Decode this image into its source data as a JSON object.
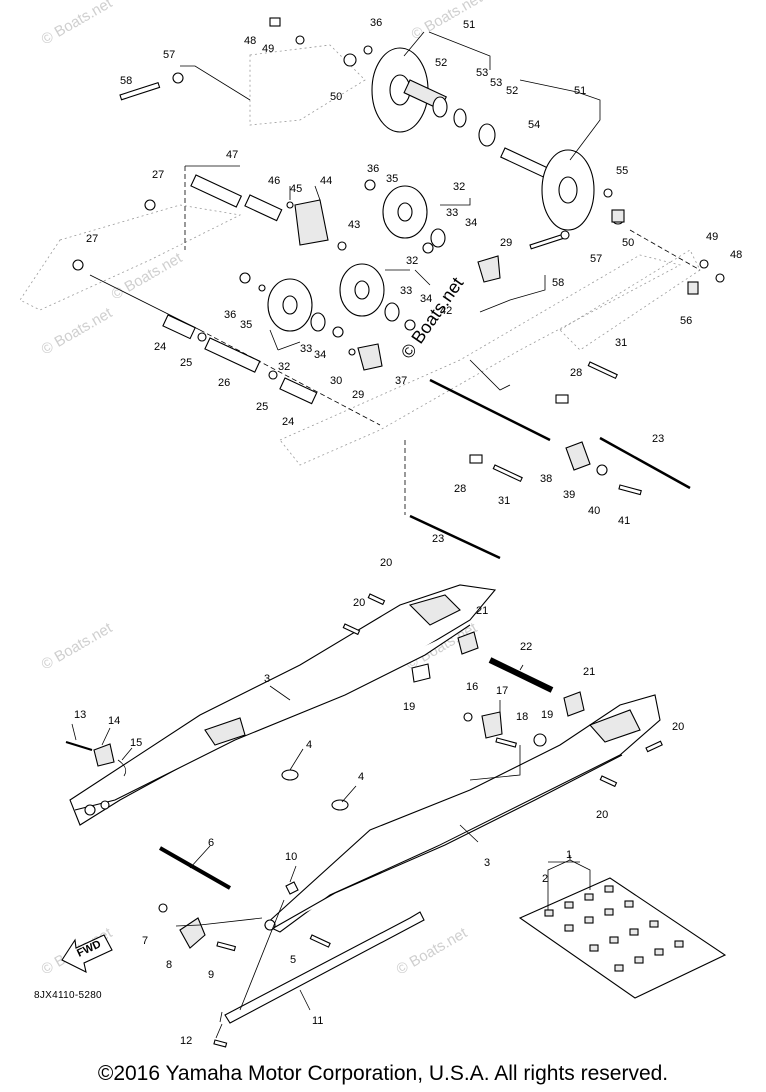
{
  "diagram": {
    "callouts": [
      "1",
      "2",
      "3",
      "4",
      "5",
      "6",
      "7",
      "8",
      "9",
      "10",
      "11",
      "12",
      "13",
      "14",
      "15",
      "16",
      "17",
      "18",
      "19",
      "20",
      "21",
      "22",
      "23",
      "24",
      "25",
      "26",
      "27",
      "28",
      "29",
      "30",
      "31",
      "32",
      "33",
      "34",
      "35",
      "36",
      "37",
      "38",
      "39",
      "40",
      "41",
      "42",
      "43",
      "44",
      "45",
      "46",
      "47",
      "48",
      "49",
      "50",
      "51",
      "52",
      "53",
      "54",
      "55",
      "56",
      "57",
      "58"
    ],
    "fwd_label": "FWD",
    "drawing_code": "8JX4110-5280",
    "watermark": "© Boats.net"
  },
  "footer": {
    "copyright": "©2016 Yamaha Motor Corporation, U.S.A. All rights reserved."
  }
}
